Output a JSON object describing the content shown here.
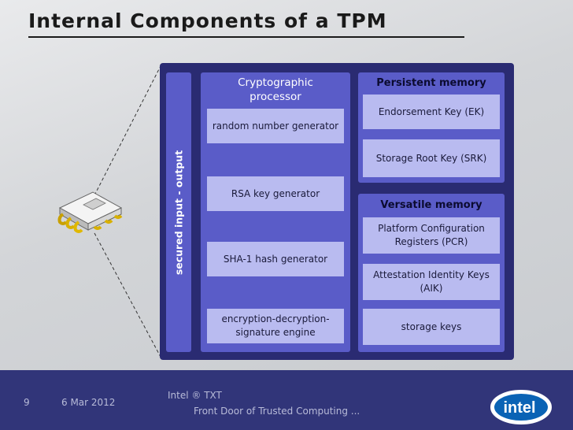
{
  "title": "Internal Components of a TPM",
  "side_label": "secured input - output",
  "crypto": {
    "header": "Cryptographic processor",
    "items": [
      "random number generator",
      "RSA key generator",
      "SHA-1 hash generator",
      "encryption-decryption-signature engine"
    ]
  },
  "persistent": {
    "header": "Persistent memory",
    "items": [
      "Endorsement Key (EK)",
      "Storage Root Key (SRK)"
    ]
  },
  "versatile": {
    "header": "Versatile memory",
    "items": [
      "Platform Configuration Registers (PCR)",
      "Attestation Identity Keys (AIK)",
      "storage keys"
    ]
  },
  "footer": {
    "page": "9",
    "date": "6 Mar 2012",
    "line1": "Intel ® TXT",
    "line2": "Front Door of Trusted Computing ...",
    "logo_text": "intel"
  },
  "colors": {
    "footer_bg": "#313579",
    "tpm_bg": "#2a2b72",
    "panel": "#5a5cc8",
    "box": "#b9bbf0",
    "intel_blue": "#0071c5"
  }
}
